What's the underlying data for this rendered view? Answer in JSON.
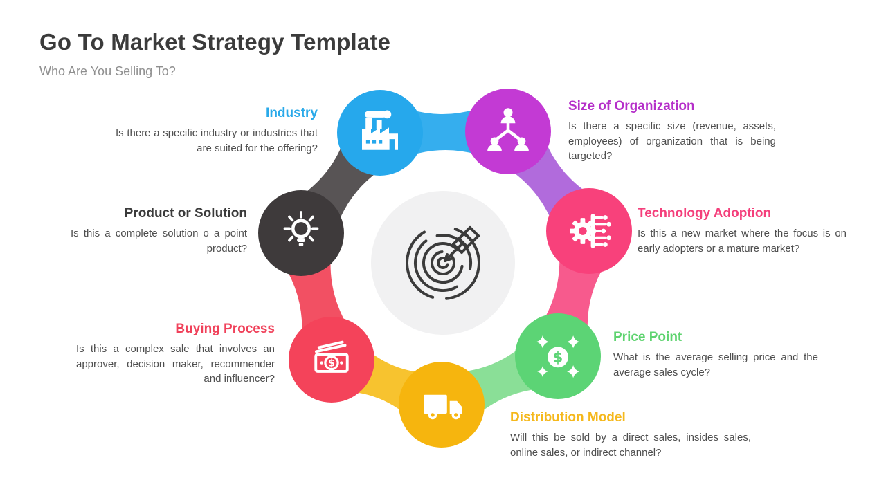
{
  "slide": {
    "title": "Go To Market Strategy Template",
    "subtitle": "Who Are You Selling To?"
  },
  "hub": {
    "icon": "target-arrow-icon",
    "background": "#F1F1F2",
    "icon_color": "#3B3B3B"
  },
  "items": [
    {
      "id": "industry",
      "label": "Industry",
      "description": "Is there a specific industry or industries that are suited for the offering?",
      "color": "#26A8EC",
      "heading_color": "#29A9E9",
      "icon": "factory-icon"
    },
    {
      "id": "size-of-organization",
      "label": "Size of Organization",
      "description": "Is there a specific size (revenue, assets, employees) of organization that is being targeted?",
      "color": "#C33AD4",
      "heading_color": "#B52FC9",
      "icon": "org-chart-icon"
    },
    {
      "id": "technology-adoption",
      "label": "Technology Adoption",
      "description": "Is this a new market where the focus is on early adopters or a mature market?",
      "color": "#F8417B",
      "heading_color": "#F43F7B",
      "icon": "circuit-gear-icon"
    },
    {
      "id": "price-point",
      "label": "Price Point",
      "description": "What is the average selling price and the average sales cycle?",
      "color": "#5CD475",
      "heading_color": "#5ED36F",
      "icon": "dollar-sparkle-icon"
    },
    {
      "id": "distribution-model",
      "label": "Distribution Model",
      "description": "Will this be sold by a direct sales, insides sales, online sales, or indirect channel?",
      "color": "#F6B50E",
      "heading_color": "#F5B81C",
      "icon": "truck-icon"
    },
    {
      "id": "buying-process",
      "label": "Buying Process",
      "description": "Is this a complex sale that involves an approver, decision maker, recommender and influencer?",
      "color": "#F4435A",
      "heading_color": "#F0415A",
      "icon": "money-bill-icon"
    },
    {
      "id": "product-or-solution",
      "label": "Product or Solution",
      "description": "Is this a complete solution o a point product?",
      "color": "#3E3A3B",
      "heading_color": "#3B3B3B",
      "icon": "lightbulb-icon"
    }
  ],
  "connectors": [
    {
      "between": "industry / size-of-organization",
      "color": "#35AEEE"
    },
    {
      "between": "size-of-organization / technology-adoption",
      "color": "#B16BDC"
    },
    {
      "between": "technology-adoption / price-point",
      "color": "#F75A8D"
    },
    {
      "between": "price-point / distribution-model",
      "color": "#8ADF97"
    },
    {
      "between": "distribution-model / buying-process",
      "color": "#F7C32F"
    },
    {
      "between": "buying-process / product-or-solution",
      "color": "#F25063"
    },
    {
      "between": "product-or-solution / industry",
      "color": "#585455"
    }
  ]
}
